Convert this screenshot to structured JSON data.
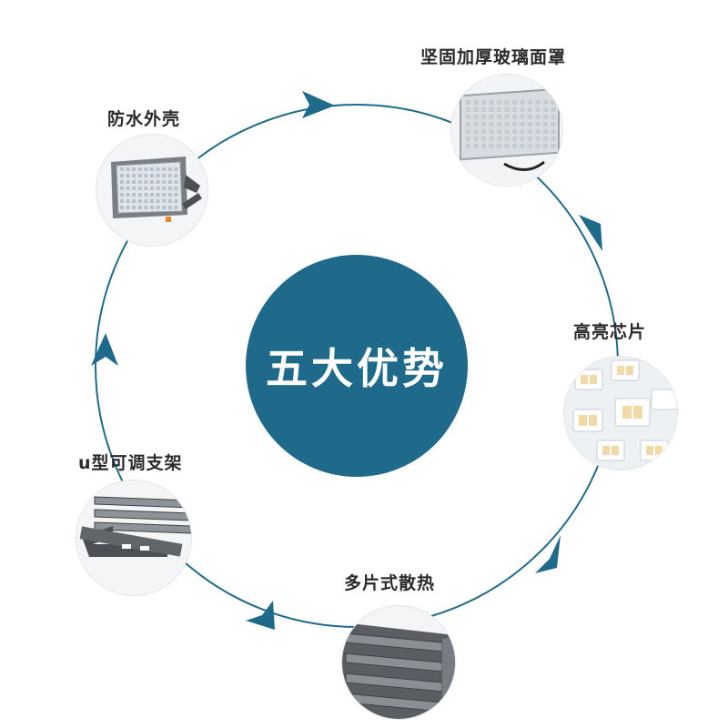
{
  "colors": {
    "accent": "#1f6a8a",
    "ring": "#1f6a8a",
    "label": "#2a2a2a",
    "housing": "#6e7277",
    "housing_dark": "#4c5055",
    "led": "#dfe5ea"
  },
  "center": {
    "title": "五大优势"
  },
  "features": [
    {
      "label": "坚固加厚玻璃面罩",
      "icon": "glass-cover-icon"
    },
    {
      "label": "高亮芯片",
      "icon": "led-chip-icon"
    },
    {
      "label": "多片式散热",
      "icon": "heat-fins-icon"
    },
    {
      "label": "u型可调支架",
      "icon": "u-bracket-icon"
    },
    {
      "label": "防水外壳",
      "icon": "waterproof-housing-icon"
    }
  ]
}
